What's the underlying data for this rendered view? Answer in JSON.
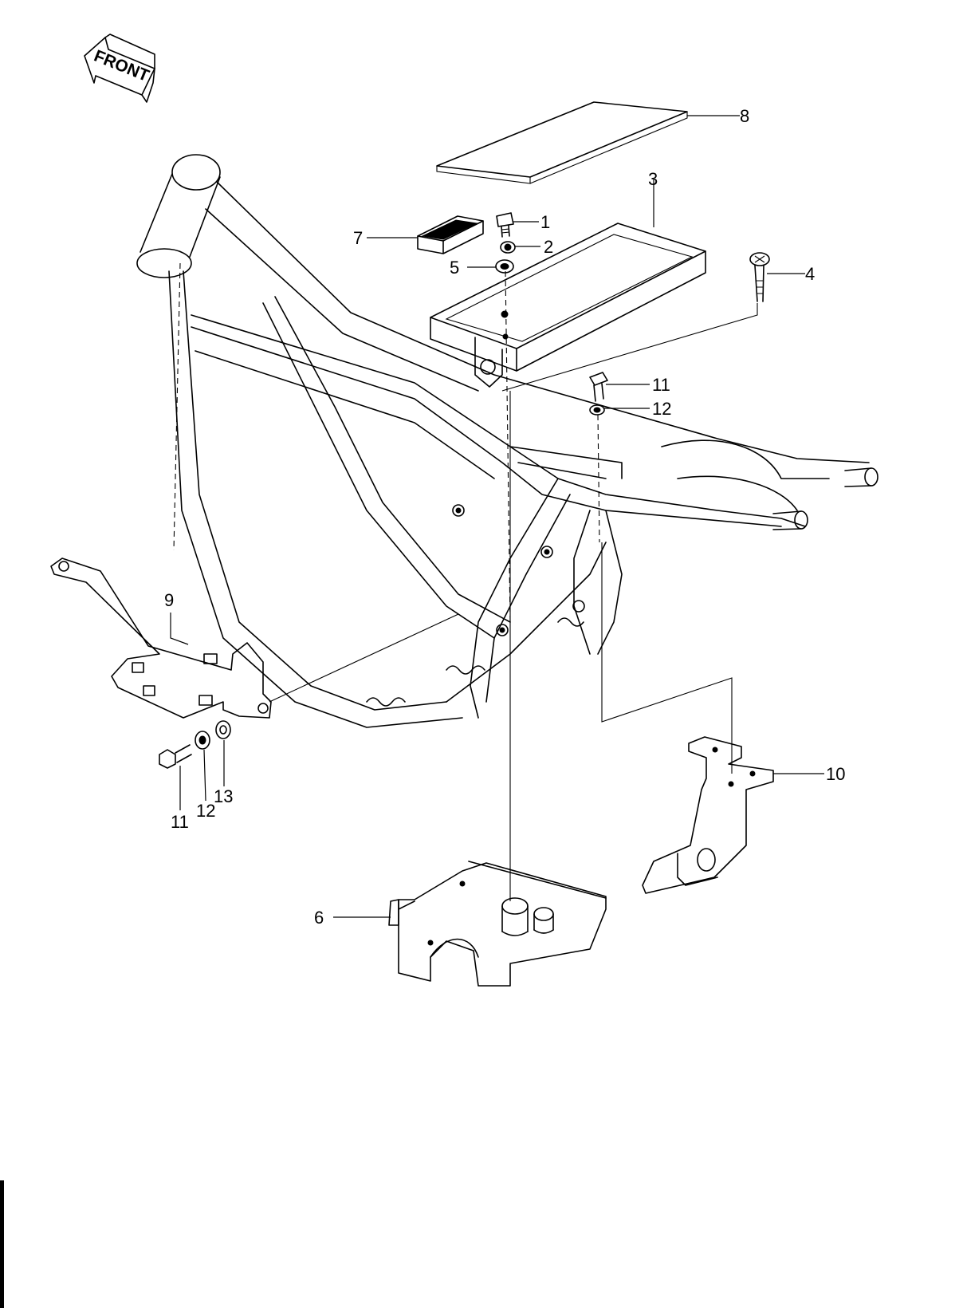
{
  "orientation_arrow": {
    "label": "FRONT"
  },
  "callouts": [
    {
      "id": "c1",
      "text": "1"
    },
    {
      "id": "c2",
      "text": "2"
    },
    {
      "id": "c3",
      "text": "3"
    },
    {
      "id": "c4",
      "text": "4"
    },
    {
      "id": "c5",
      "text": "5"
    },
    {
      "id": "c6",
      "text": "6"
    },
    {
      "id": "c7",
      "text": "7"
    },
    {
      "id": "c8",
      "text": "8"
    },
    {
      "id": "c9",
      "text": "9"
    },
    {
      "id": "c10",
      "text": "10"
    },
    {
      "id": "c11a",
      "text": "11"
    },
    {
      "id": "c12a",
      "text": "12"
    },
    {
      "id": "c11b",
      "text": "11"
    },
    {
      "id": "c12b",
      "text": "12"
    },
    {
      "id": "c13",
      "text": "13"
    }
  ]
}
